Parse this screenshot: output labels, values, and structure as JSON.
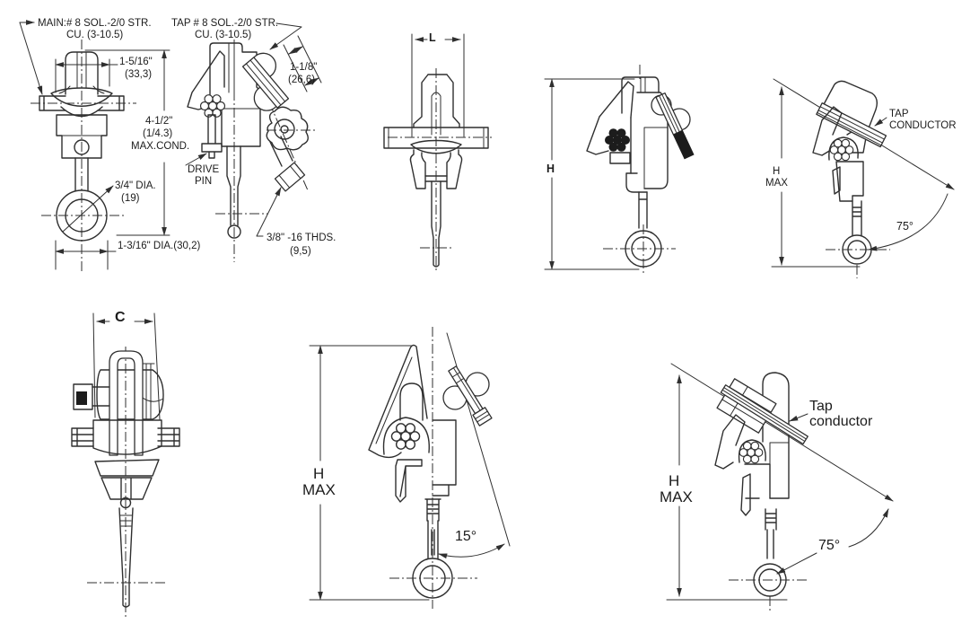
{
  "palette": {
    "background": "#ffffff",
    "line": "#2f2f2f",
    "text": "#1c1c1c",
    "solid_fill": "#1c1c1c"
  },
  "labels": {
    "main_conductor_1": "MAIN:# 8 SOL.-2/0 STR.",
    "main_conductor_2": "CU. (3-10.5)",
    "tap_conductor_range_1": "TAP # 8 SOL.-2/0 STR.",
    "tap_conductor_range_2": "CU. (3-10.5)",
    "main_width_in": "1-5/16\"",
    "main_width_mm": "(33,3)",
    "tap_width_in": "1-1/8\"",
    "tap_width_mm": "(26,6)",
    "max_cond_in": "4-1/2\"",
    "max_cond_mm": "(1/4.3)",
    "max_cond_note": "MAX.COND.",
    "drive_pin_1": "DRIVE",
    "drive_pin_2": "PIN",
    "eye_hole_dia_in": "3/4\" DIA.",
    "eye_hole_dia_mm": "(19)",
    "eye_od": "1-3/16\" DIA.(30,2)",
    "stud_thread": "3/8\" -16 THDS.",
    "stud_thread_mm": "(9,5)",
    "dim_l": "L",
    "dim_h": "H",
    "tap_cond_caps_1": "TAP",
    "tap_cond_caps_2": "CONDUCTOR",
    "h_max_1": "H",
    "h_max_2": "MAX",
    "angle_75_top": "75°",
    "dim_c": "C",
    "angle_15": "15°",
    "tap_cond_1": "Tap",
    "tap_cond_2": "conductor",
    "angle_75_bottom": "75°"
  }
}
